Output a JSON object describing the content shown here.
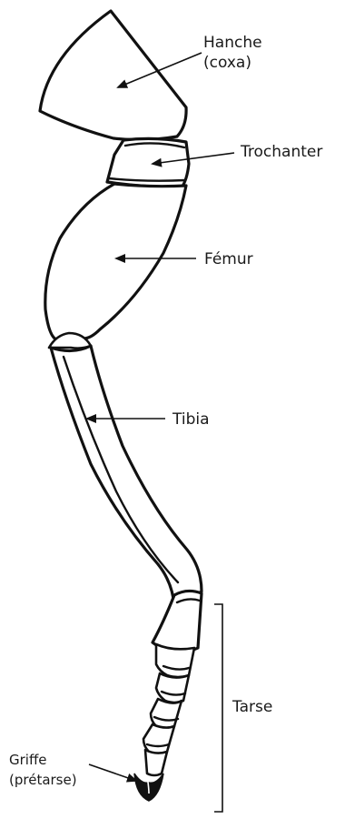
{
  "labels": {
    "hanche_line1": "Hanche",
    "hanche_line2": "(coxa)",
    "trochanter": "Trochanter",
    "femur": "Fémur",
    "tibia": "Tibia",
    "tarse": "Tarse",
    "griffe_line1": "Griffe",
    "griffe_line2": "(prétarse)"
  }
}
